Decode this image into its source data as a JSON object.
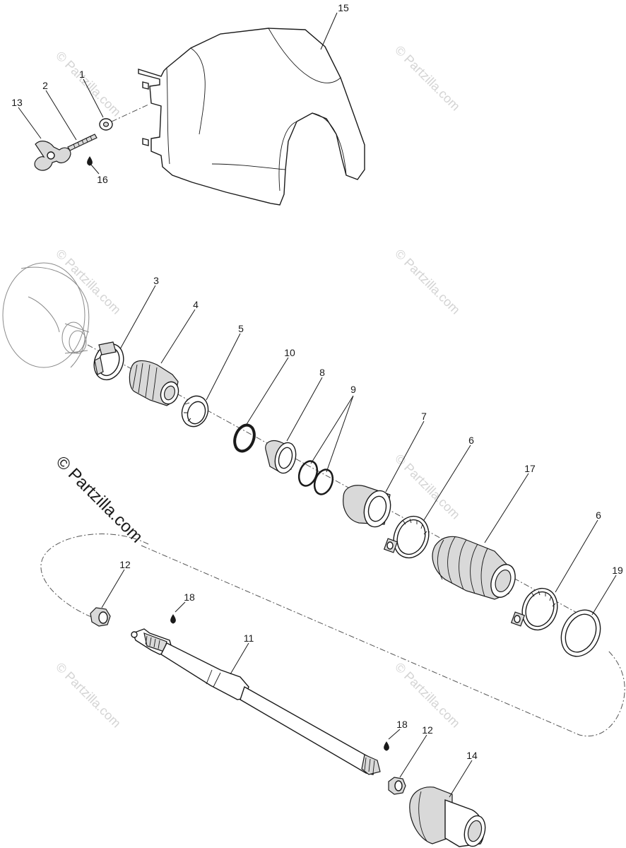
{
  "watermark": {
    "text": "© Partzilla.com"
  },
  "callouts": {
    "c1": "1",
    "c2": "2",
    "c3": "3",
    "c4": "4",
    "c5": "5",
    "c6a": "6",
    "c6b": "6",
    "c7": "7",
    "c8": "8",
    "c9": "9",
    "c10": "10",
    "c11": "11",
    "c12a": "12",
    "c12b": "12",
    "c13": "13",
    "c14": "14",
    "c15": "15",
    "c16": "16",
    "c17": "17",
    "c18a": "18",
    "c18b": "18",
    "c19": "19"
  }
}
